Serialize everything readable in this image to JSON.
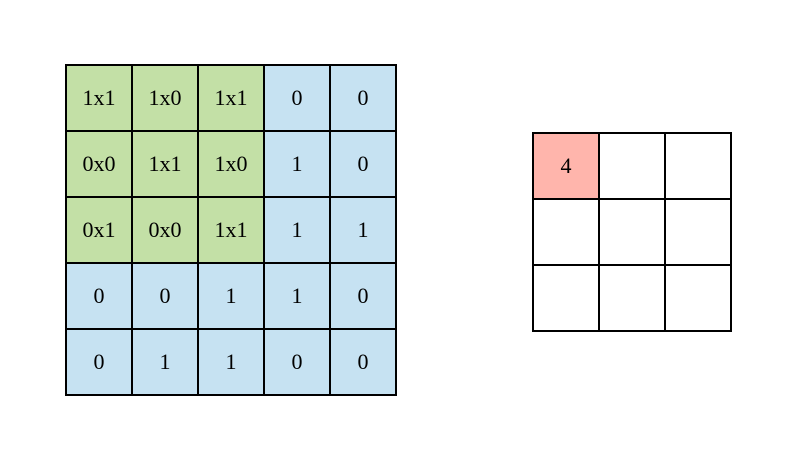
{
  "colors": {
    "green": "#c3e0a6",
    "blue": "#c6e2f2",
    "pink": "#ffb5ac",
    "white": "#ffffff",
    "border": "#000000",
    "background": "#ffffff",
    "text": "#000000"
  },
  "input_matrix": {
    "rows": 5,
    "cols": 5,
    "values": [
      [
        "1x1",
        "1x0",
        "1x1",
        "0",
        "0"
      ],
      [
        "0x0",
        "1x1",
        "1x0",
        "1",
        "0"
      ],
      [
        "0x1",
        "0x0",
        "1x1",
        "1",
        "1"
      ],
      [
        "0",
        "0",
        "1",
        "1",
        "0"
      ],
      [
        "0",
        "1",
        "1",
        "0",
        "0"
      ]
    ],
    "cell_colors": [
      [
        "green",
        "green",
        "green",
        "blue",
        "blue"
      ],
      [
        "green",
        "green",
        "green",
        "blue",
        "blue"
      ],
      [
        "green",
        "green",
        "green",
        "blue",
        "blue"
      ],
      [
        "blue",
        "blue",
        "blue",
        "blue",
        "blue"
      ],
      [
        "blue",
        "blue",
        "blue",
        "blue",
        "blue"
      ]
    ]
  },
  "output_matrix": {
    "rows": 3,
    "cols": 3,
    "values": [
      [
        "4",
        "",
        ""
      ],
      [
        "",
        "",
        ""
      ],
      [
        "",
        "",
        ""
      ]
    ],
    "cell_colors": [
      [
        "pink",
        "white",
        "white"
      ],
      [
        "white",
        "white",
        "white"
      ],
      [
        "white",
        "white",
        "white"
      ]
    ]
  }
}
